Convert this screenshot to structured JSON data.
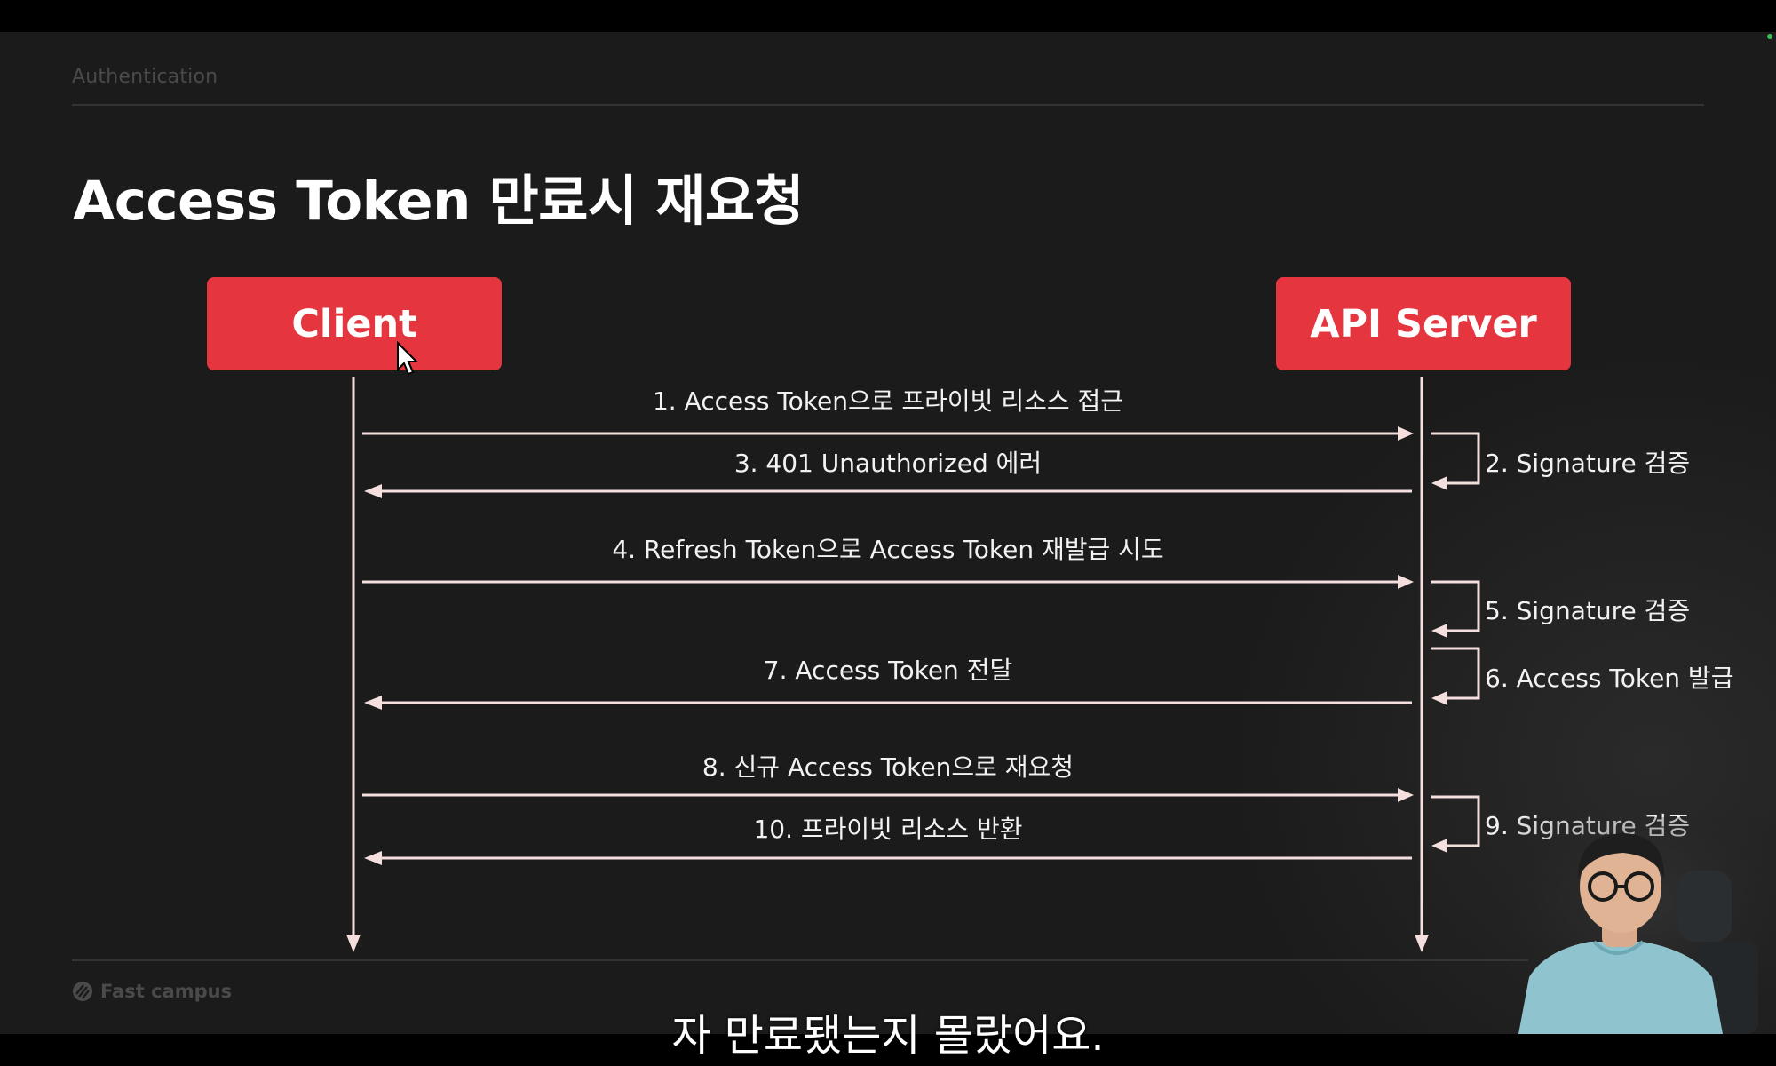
{
  "slide": {
    "section_label": "Authentication",
    "title": "Access Token 만료시 재요청",
    "brand": "Fast campus"
  },
  "actors": {
    "client": "Client",
    "server": "API Server"
  },
  "messages": [
    {
      "step": 1,
      "label": "1. Access Token으로 프라이빗 리소스 접근",
      "direction": "client-to-server"
    },
    {
      "step": 3,
      "label": "3. 401 Unauthorized 에러",
      "direction": "server-to-client"
    },
    {
      "step": 4,
      "label": "4. Refresh Token으로 Access Token 재발급 시도",
      "direction": "client-to-server"
    },
    {
      "step": 7,
      "label": "7. Access Token 전달",
      "direction": "server-to-client"
    },
    {
      "step": 8,
      "label": "8. 신규 Access Token으로 재요청",
      "direction": "client-to-server"
    },
    {
      "step": 10,
      "label": "10. 프라이빗 리소스 반환",
      "direction": "server-to-client"
    }
  ],
  "self_steps": [
    {
      "step": 2,
      "label": "2. Signature 검증"
    },
    {
      "step": 5,
      "label": "5. Signature 검증"
    },
    {
      "step": 6,
      "label": "6. Access Token 발급"
    },
    {
      "step": 9,
      "label": "9. Signature 검증"
    }
  ],
  "subtitle": "자 만료됐는지 몰랐어요.",
  "colors": {
    "accent": "#e5363f",
    "line": "#f5dede",
    "background": "#1b1b1b"
  },
  "icons": {
    "cursor": "mouse-pointer-icon",
    "brand": "fastcampus-logo-icon"
  }
}
